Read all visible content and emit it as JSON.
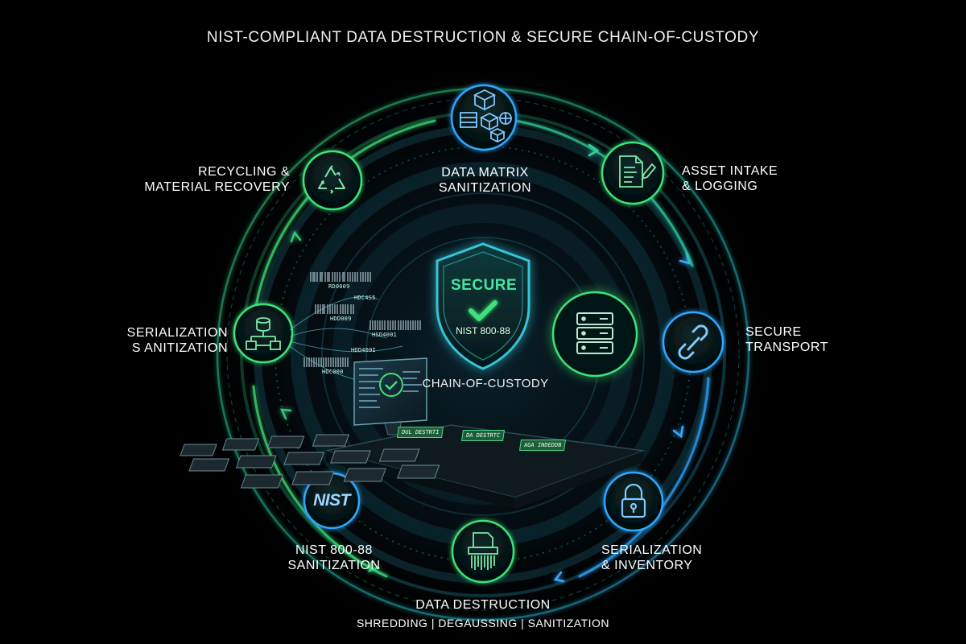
{
  "title": "NIST-COMPLIANT DATA DESTRUCTION & SECURE CHAIN-OF-CUSTODY",
  "center": {
    "shield_text": "SECURE",
    "shield_sub": "NIST 800-88",
    "caption": "CHAIN-OF-CUSTODY"
  },
  "nodes": {
    "data_matrix": {
      "line1": "DATA MATRIX",
      "line2": "SANITIZATION",
      "icon": "server-cubes-icon"
    },
    "asset_intake": {
      "line1": "ASSET INTAKE",
      "line2": "& LOGGING",
      "icon": "document-pen-icon"
    },
    "secure_transport": {
      "line1": "SECURE",
      "line2": "TRANSPORT",
      "icon": "chain-link-icon"
    },
    "serialization_inventory": {
      "line1": "SERIALIZATION",
      "line2": "& INVENTORY",
      "icon": "padlock-icon"
    },
    "data_destruction": {
      "line1": "DATA DESTRUCTION",
      "line2": "SHREDDING | DEGAUSSING | SANITIZATION",
      "icon": "shredder-icon"
    },
    "nist_sanitization": {
      "line1": "NIST 800-88",
      "line2": "SANITIZATION",
      "icon_text": "NIST"
    },
    "serialization_sanitization": {
      "line1": "SERIALIZATION",
      "line2": "S ANITIZATION",
      "icon": "database-flow-icon"
    },
    "recycling": {
      "line1": "RECYCLING &",
      "line2": "MATERIAL RECOVERY",
      "icon": "recycle-icon"
    }
  },
  "server_icon": "server-rack-icon",
  "barcode_tags": [
    "RD0009",
    "HDC4S5",
    "HDD009",
    "HSD4001",
    "HDD400I",
    "HDC000"
  ],
  "screen_tags": [
    "DUL DESTRTI",
    "DA DESTRTC",
    "AGA INDEDDB"
  ],
  "colors": {
    "green": "#3de27a",
    "blue": "#2fa8ff",
    "teal": "#22d3b0",
    "background": "#000000"
  }
}
